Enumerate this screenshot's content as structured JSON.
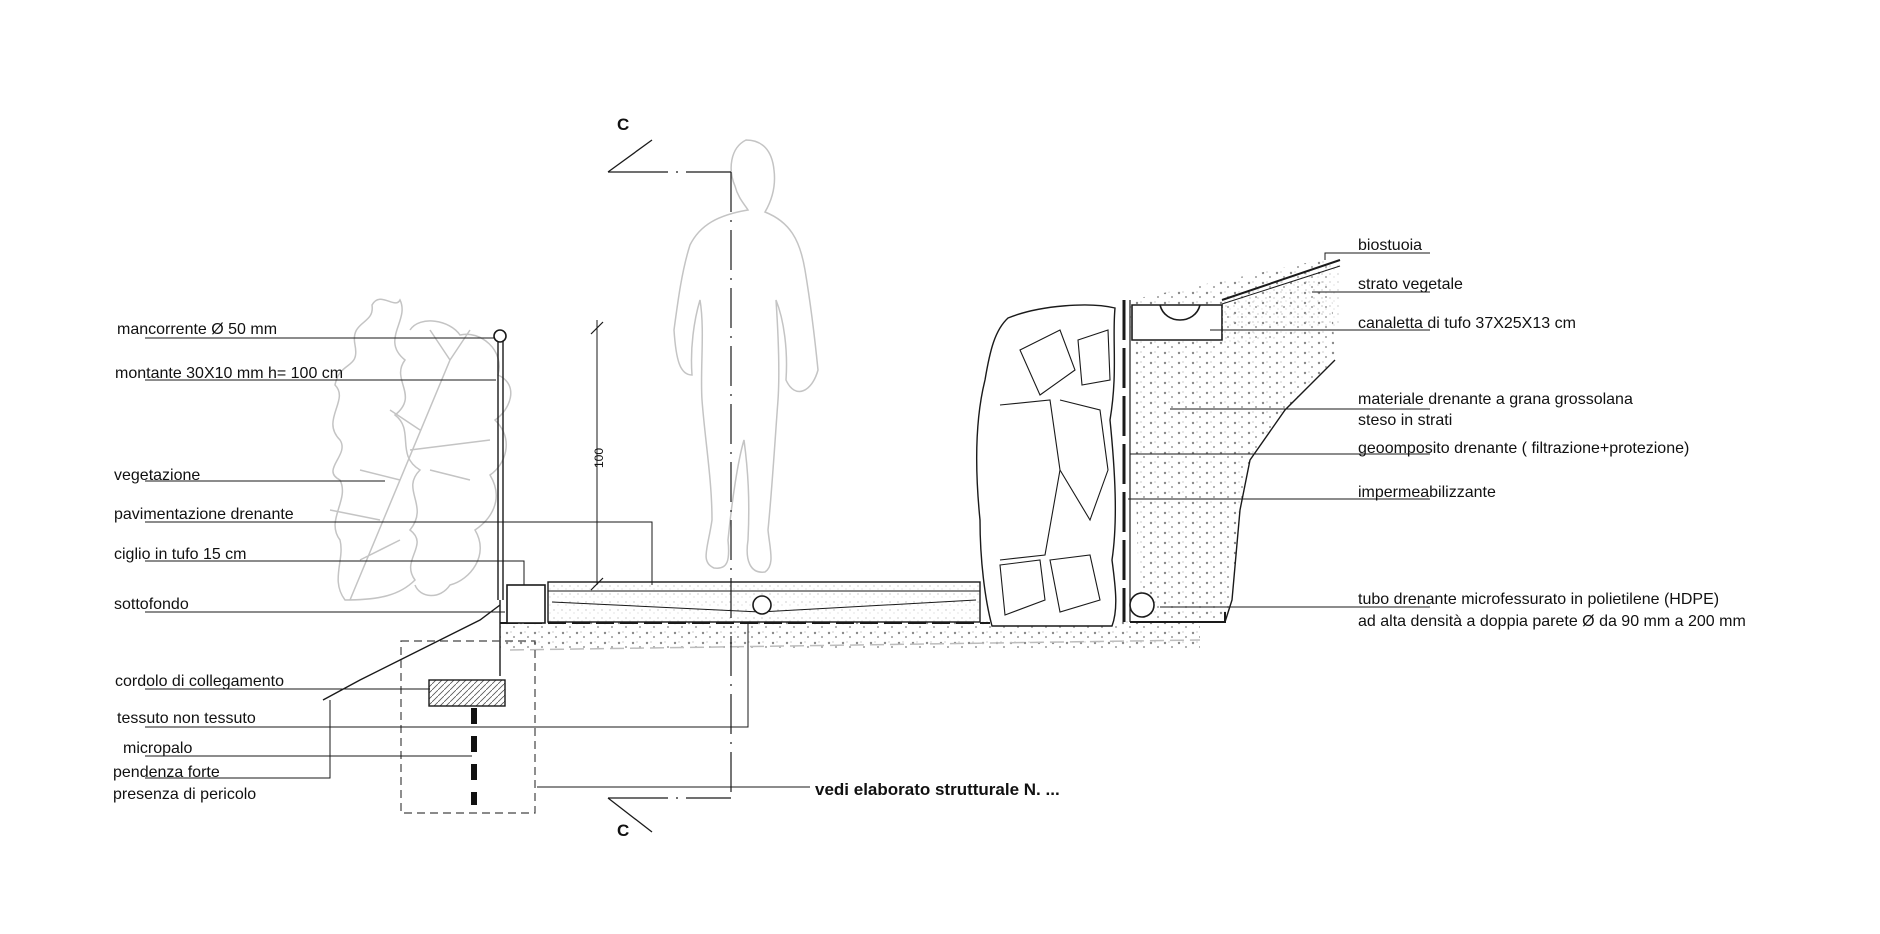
{
  "section_marker": {
    "top": "C",
    "bottom": "C"
  },
  "dimension": {
    "value": "100"
  },
  "labels_left": {
    "mancorrente": "mancorrente Ø 50 mm",
    "montante": "montante 30X10 mm h= 100 cm",
    "vegetazione": "vegetazione",
    "pavimentazione": "pavimentazione drenante",
    "ciglio": "ciglio in tufo 15 cm",
    "sottofondo": "sottofondo",
    "cordolo": "cordolo di collegamento",
    "tessuto": "tessuto non tessuto",
    "micropalo": "micropalo",
    "pendenza_1": "pendenza forte",
    "pendenza_2": "presenza di pericolo"
  },
  "labels_right": {
    "biostuoia": "biostuoia",
    "strato_vegetale": "strato vegetale",
    "canaletta": "canaletta di tufo 37X25X13 cm",
    "materiale_1": "materiale drenante a grana grossolana",
    "materiale_2": "steso in strati",
    "geocomposito": "geoomposito drenante ( filtrazione+protezione)",
    "impermeabilizzante": "impermeabilizzante",
    "tubo_1": "tubo drenante microfessurato in polietilene (HDPE)",
    "tubo_2": "ad alta densità a doppia parete Ø da 90 mm a  200 mm"
  },
  "reference": {
    "text": "vedi elaborato strutturale N. ..."
  },
  "colors": {
    "line": "#1a1a1a",
    "soft": "#bdbdbd",
    "hatch": "#9a9a9a"
  }
}
